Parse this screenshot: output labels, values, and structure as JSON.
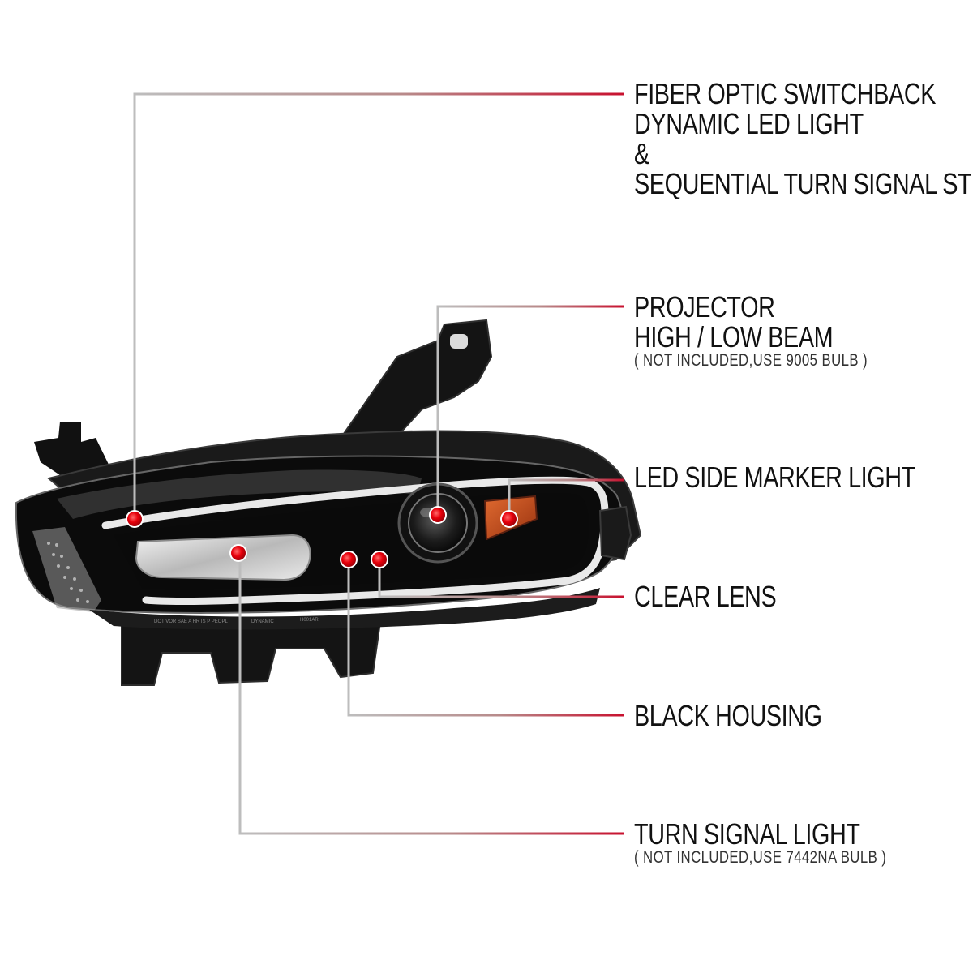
{
  "callouts": {
    "fiber_optic": {
      "lines": [
        "FIBER OPTIC SWITCHBACK",
        "DYNAMIC LED LIGHT",
        "&",
        "SEQUENTIAL TURN SIGNAL STRIP"
      ]
    },
    "projector": {
      "lines": [
        "PROJECTOR",
        "HIGH / LOW BEAM"
      ],
      "note": "( NOT INCLUDED,USE  9005  BULB )"
    },
    "side_marker": {
      "lines": [
        "LED SIDE MARKER LIGHT"
      ]
    },
    "clear_lens": {
      "lines": [
        "CLEAR LENS"
      ]
    },
    "black_housing": {
      "lines": [
        "BLACK HOUSING"
      ]
    },
    "turn_signal": {
      "lines": [
        "TURN SIGNAL LIGHT"
      ],
      "note": "( NOT INCLUDED,USE  7442NA  BULB )"
    }
  },
  "colors": {
    "leader_line_start": "#b5b5b5",
    "leader_line_end": "#c8102e",
    "marker_dot": "#e8000b",
    "housing": "#0c0c0c",
    "amber_marker": "#c4481a"
  },
  "housing_printed_text": {
    "bottom_edge_left": "DOT VOR SAE A HR IS P PEOPL",
    "bottom_edge_mid": "DYNAMIC",
    "bottom_edge_right": "H001AR"
  }
}
